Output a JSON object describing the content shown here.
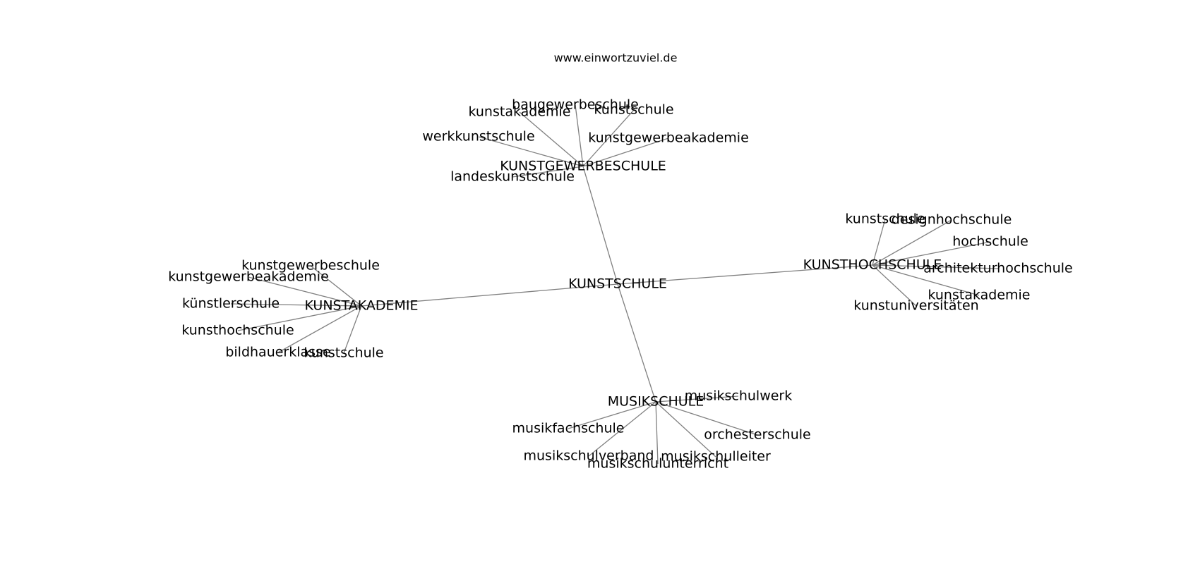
{
  "title": "www.einwortzuviel.de",
  "colors": {
    "edge": "#808080",
    "text": "#000000",
    "background": "#ffffff"
  },
  "graph": {
    "nodes": [
      {
        "id": "kunstschule_center",
        "label": "KUNSTSCHULE"
      },
      {
        "id": "kunstgewerbeschule_hub",
        "label": "KUNSTGEWERBESCHULE"
      },
      {
        "id": "kunsthochschule_hub",
        "label": "KUNSTHOCHSCHULE"
      },
      {
        "id": "kunstakademie_hub",
        "label": "KUNSTAKADEMIE"
      },
      {
        "id": "musikschule_hub",
        "label": "MUSIKSCHULE"
      },
      {
        "id": "kgs_baugewerbeschule",
        "label": "baugewerbeschule"
      },
      {
        "id": "kgs_kunstakademie",
        "label": "kunstakademie"
      },
      {
        "id": "kgs_kunstschule",
        "label": "kunstschule"
      },
      {
        "id": "kgs_werkkunstschule",
        "label": "werkkunstschule"
      },
      {
        "id": "kgs_kunstgewerbeakademie",
        "label": "kunstgewerbeakademie"
      },
      {
        "id": "kgs_landeskunstschule",
        "label": "landeskunstschule"
      },
      {
        "id": "khs_kunstschule",
        "label": "kunstschule"
      },
      {
        "id": "khs_designhochschule",
        "label": "designhochschule"
      },
      {
        "id": "khs_hochschule",
        "label": "hochschule"
      },
      {
        "id": "khs_architekturhochschule",
        "label": "architekturhochschule"
      },
      {
        "id": "khs_kunstakademie",
        "label": "kunstakademie"
      },
      {
        "id": "khs_kunstuniversitaeten",
        "label": "kunstuniversitäten"
      },
      {
        "id": "ka_kunstgewerbeschule",
        "label": "kunstgewerbeschule"
      },
      {
        "id": "ka_kunstgewerbeakademie",
        "label": "kunstgewerbeakademie"
      },
      {
        "id": "ka_kuenstlerschule",
        "label": "künstlerschule"
      },
      {
        "id": "ka_kunsthochschule",
        "label": "kunsthochschule"
      },
      {
        "id": "ka_bildhauerklasse",
        "label": "bildhauerklasse"
      },
      {
        "id": "ka_kunstschule",
        "label": "kunstschule"
      },
      {
        "id": "ms_musikschulwerk",
        "label": "musikschulwerk"
      },
      {
        "id": "ms_musikfachschule",
        "label": "musikfachschule"
      },
      {
        "id": "ms_orchesterschule",
        "label": "orchesterschule"
      },
      {
        "id": "ms_musikschulverband",
        "label": "musikschulverband"
      },
      {
        "id": "ms_musikschulleiter",
        "label": "musikschulleiter"
      },
      {
        "id": "ms_musikschulunterricht",
        "label": "musikschulunterricht"
      }
    ],
    "edges": [
      [
        "kunstschule_center",
        "kunstgewerbeschule_hub"
      ],
      [
        "kunstschule_center",
        "kunsthochschule_hub"
      ],
      [
        "kunstschule_center",
        "kunstakademie_hub"
      ],
      [
        "kunstschule_center",
        "musikschule_hub"
      ],
      [
        "kunstgewerbeschule_hub",
        "kgs_baugewerbeschule"
      ],
      [
        "kunstgewerbeschule_hub",
        "kgs_kunstakademie"
      ],
      [
        "kunstgewerbeschule_hub",
        "kgs_kunstschule"
      ],
      [
        "kunstgewerbeschule_hub",
        "kgs_werkkunstschule"
      ],
      [
        "kunstgewerbeschule_hub",
        "kgs_kunstgewerbeakademie"
      ],
      [
        "kunstgewerbeschule_hub",
        "kgs_landeskunstschule"
      ],
      [
        "kunsthochschule_hub",
        "khs_kunstschule"
      ],
      [
        "kunsthochschule_hub",
        "khs_designhochschule"
      ],
      [
        "kunsthochschule_hub",
        "khs_hochschule"
      ],
      [
        "kunsthochschule_hub",
        "khs_architekturhochschule"
      ],
      [
        "kunsthochschule_hub",
        "khs_kunstakademie"
      ],
      [
        "kunsthochschule_hub",
        "khs_kunstuniversitaeten"
      ],
      [
        "kunstakademie_hub",
        "ka_kunstgewerbeschule"
      ],
      [
        "kunstakademie_hub",
        "ka_kunstgewerbeakademie"
      ],
      [
        "kunstakademie_hub",
        "ka_kuenstlerschule"
      ],
      [
        "kunstakademie_hub",
        "ka_kunsthochschule"
      ],
      [
        "kunstakademie_hub",
        "ka_bildhauerklasse"
      ],
      [
        "kunstakademie_hub",
        "ka_kunstschule"
      ],
      [
        "musikschule_hub",
        "ms_musikschulwerk"
      ],
      [
        "musikschule_hub",
        "ms_musikfachschule"
      ],
      [
        "musikschule_hub",
        "ms_orchesterschule"
      ],
      [
        "musikschule_hub",
        "ms_musikschulverband"
      ],
      [
        "musikschule_hub",
        "ms_musikschulleiter"
      ],
      [
        "musikschule_hub",
        "ms_musikschulunterricht"
      ]
    ]
  }
}
